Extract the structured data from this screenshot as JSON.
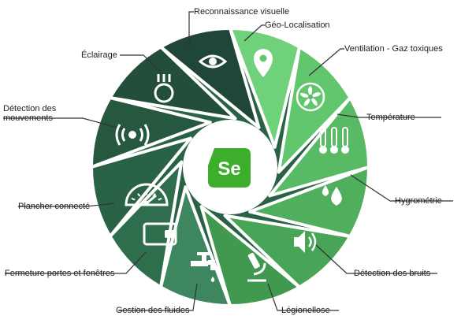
{
  "logo": {
    "text": "Se",
    "color": "#3dae2b"
  },
  "segments": [
    {
      "id": "reconnaissance",
      "label": "Reconnaissance visuelle",
      "icon": "eye-icon",
      "color": "#6fd17a"
    },
    {
      "id": "geolocalisation",
      "label": "Géo-Localisation",
      "icon": "location-pin-icon",
      "color": "#62c66e"
    },
    {
      "id": "ventilation",
      "label": "Ventilation - Gaz toxiques",
      "icon": "fan-icon",
      "color": "#58ba65"
    },
    {
      "id": "temperature",
      "label": "Température",
      "icon": "thermometers-icon",
      "color": "#4faf5d"
    },
    {
      "id": "hygrometrie",
      "label": "Hygrométrie",
      "icon": "water-drops-icon",
      "color": "#48a457"
    },
    {
      "id": "bruits",
      "label": "Détection des bruits",
      "icon": "speaker-icon",
      "color": "#419950"
    },
    {
      "id": "legionellose",
      "label": "Légionellose",
      "icon": "microscope-icon",
      "color": "#3e8660"
    },
    {
      "id": "fluides",
      "label": "Gestion des fluides",
      "icon": "faucet-icon",
      "color": "#2f6e4c"
    },
    {
      "id": "fermeture",
      "label": "Fermeture portes et fenêtres",
      "icon": "wallet-icon",
      "color": "#2a6246"
    },
    {
      "id": "plancher",
      "label": "Plancher connecté",
      "icon": "gauge-icon",
      "color": "#26573f"
    },
    {
      "id": "mouvements",
      "label": "Détection des\nmouvements",
      "icon": "motion-sensor-icon",
      "color": "#234e3a"
    },
    {
      "id": "eclairage",
      "label": "Éclairage",
      "icon": "light-bulb-icon",
      "color": "#1f4636"
    }
  ]
}
